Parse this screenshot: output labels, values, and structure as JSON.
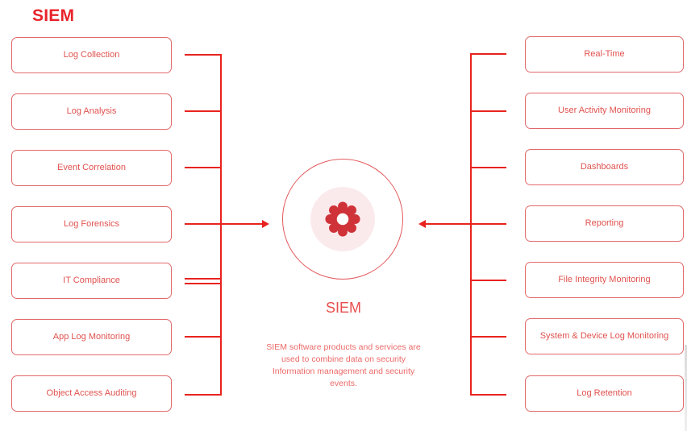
{
  "diagram": {
    "title": "SIEM",
    "hub": {
      "label": "SIEM",
      "description": "SIEM software products and services are used to combine data on security Information management and security events.",
      "icon": "gear-icon"
    },
    "left_nodes": [
      {
        "label": "Log Collection"
      },
      {
        "label": "Log Analysis"
      },
      {
        "label": "Event Correlation"
      },
      {
        "label": "Log Forensics"
      },
      {
        "label": "IT Compliance"
      },
      {
        "label": "App Log Monitoring"
      },
      {
        "label": "Object Access Auditing"
      }
    ],
    "right_nodes": [
      {
        "label": "Real-Time"
      },
      {
        "label": "User Activity Monitoring"
      },
      {
        "label": "Dashboards"
      },
      {
        "label": "Reporting"
      },
      {
        "label": "File Integrity Monitoring"
      },
      {
        "label": "System & Device Log Monitoring"
      },
      {
        "label": "Log Retention"
      }
    ],
    "colors": {
      "title": "#e8232a",
      "box_border": "#e2696b",
      "box_text": "#e0524f",
      "connector": "#e8231e",
      "gear": "#cf3339",
      "gear_halo": "#fbeaec",
      "background": "#ffffff"
    }
  }
}
